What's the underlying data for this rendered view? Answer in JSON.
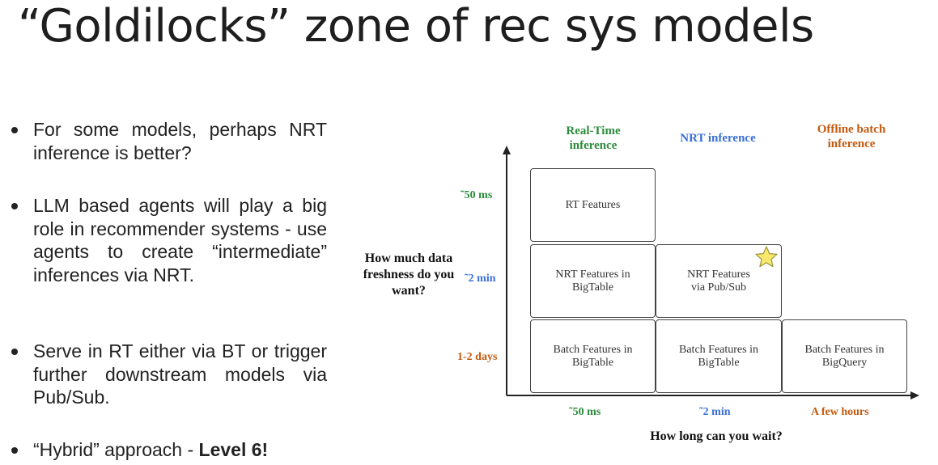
{
  "title": "“Goldilocks” zone of rec sys models",
  "bullets": {
    "b1": "For some models, perhaps NRT inference is better?",
    "b2": "LLM based agents will play a big role in recommender systems - use agents to create “intermediate” inferences via NRT.",
    "b3": "Serve in RT either via BT or trigger further downstream models via Pub/Sub.",
    "b4_prefix": "“Hybrid” approach - ",
    "b4_bold": "Level 6!"
  },
  "diagram": {
    "columns": {
      "realtime": "Real-Time inference",
      "nrt": "NRT inference",
      "offline": "Offline batch inference"
    },
    "y_question": "How much data freshness do you want?",
    "x_question": "How long can you wait?",
    "y_ticks": {
      "top": "˜50 ms",
      "mid": "˜2 min",
      "bottom": "1-2 days"
    },
    "x_ticks": {
      "left": "˜50 ms",
      "mid": "˜2 min",
      "right": "A few hours"
    },
    "boxes": {
      "rt_features": "RT Features",
      "nrt_bigtable": "NRT Features in BigTable",
      "nrt_pubsub": "NRT Features via Pub/Sub",
      "batch_bigtable_1": "Batch Features in BigTable",
      "batch_bigtable_2": "Batch Features in BigTable",
      "batch_bigquery": "Batch Features in BigQuery"
    },
    "icons": {
      "highlight": "star-icon"
    },
    "colors": {
      "green": "#2a8b3a",
      "blue": "#3a6fd8",
      "orange": "#c4590f",
      "star": "#f7e76a"
    }
  }
}
